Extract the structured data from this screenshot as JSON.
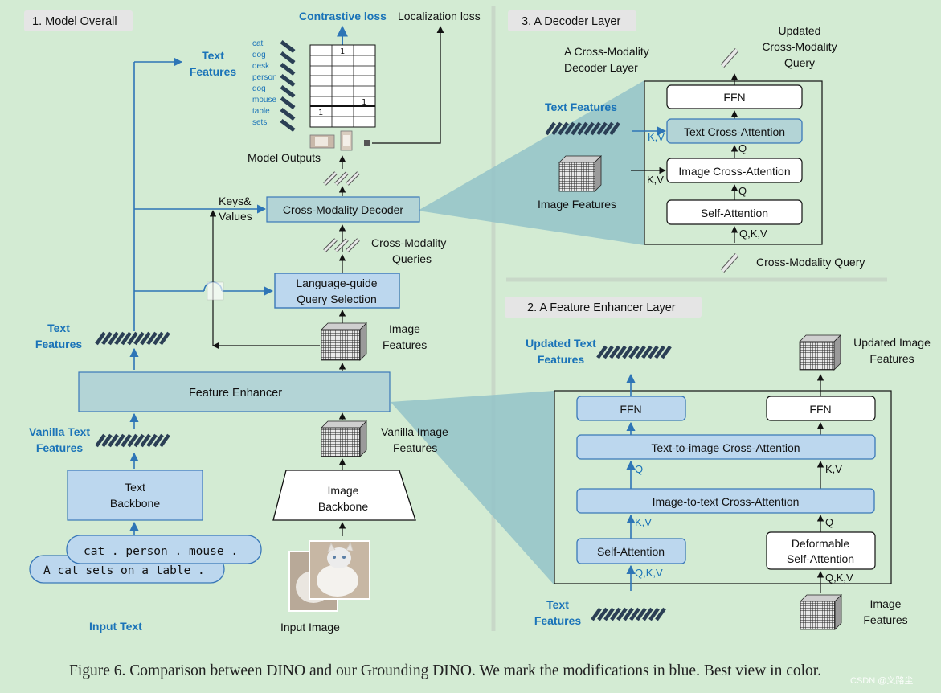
{
  "colors": {
    "background": "#d3ebd3",
    "blue_text": "#1a73b8",
    "box_fill": "#b3d4d6",
    "blue_box_fill": "#bcd7ee",
    "blue_box_stroke": "#3a78b8",
    "highlight_blue": "#2e75b6",
    "zoom_fill": "#93c3c8"
  },
  "sections": {
    "model_overall": "1. Model Overall",
    "decoder_layer": "3. A Decoder Layer",
    "enhancer_layer": "2. A Feature Enhancer Layer"
  },
  "overall": {
    "contrastive_loss": "Contrastive loss",
    "localization_loss": "Localization loss",
    "categories": [
      "cat",
      "dog",
      "desk",
      "person",
      "dog",
      "mouse",
      "table",
      "sets"
    ],
    "grid_marks": [
      "1",
      "1",
      "1"
    ],
    "model_outputs": "Model Outputs",
    "text_features_top": [
      "Text",
      "Features"
    ],
    "keys_values": [
      "Keys&",
      "Values"
    ],
    "decoder": "Cross-Modality Decoder",
    "cross_modality_queries": [
      "Cross-Modality",
      "Queries"
    ],
    "query_selection": [
      "Language-guide",
      "Query Selection"
    ],
    "image_features": [
      "Image",
      "Features"
    ],
    "text_features_mid": [
      "Text",
      "Features"
    ],
    "feature_enhancer": "Feature Enhancer",
    "vanilla_text_features": [
      "Vanilla Text",
      "Features"
    ],
    "vanilla_image_features": [
      "Vanilla Image",
      "Features"
    ],
    "text_backbone": [
      "Text",
      "Backbone"
    ],
    "image_backbone": [
      "Image",
      "Backbone"
    ],
    "prompt_1": "cat . person . mouse .",
    "prompt_2": "A cat sets on a table .",
    "input_text": "Input Text",
    "input_image": "Input Image"
  },
  "decoder_layer": {
    "title": [
      "A Cross-Modality",
      "Decoder Layer"
    ],
    "updated_query": [
      "Updated",
      "Cross-Modality",
      "Query"
    ],
    "text_features": "Text Features",
    "image_features": "Image Features",
    "ffn": "FFN",
    "text_cross_attention": "Text Cross-Attention",
    "image_cross_attention": "Image Cross-Attention",
    "self_attention": "Self-Attention",
    "kv_1": "K,V",
    "kv_2": "K,V",
    "q_1": "Q",
    "q_2": "Q",
    "qkv": "Q,K,V",
    "input_query": "Cross-Modality Query"
  },
  "enhancer_layer": {
    "updated_text_features": [
      "Updated Text",
      "Features"
    ],
    "updated_image_features": [
      "Updated Image",
      "Features"
    ],
    "ffn_left": "FFN",
    "ffn_right": "FFN",
    "text_to_image": "Text-to-image Cross-Attention",
    "image_to_text": "Image-to-text Cross-Attention",
    "self_attention": "Self-Attention",
    "deformable": [
      "Deformable",
      "Self-Attention"
    ],
    "q_left": "Q",
    "kv_right": "K,V",
    "kv_left": "K,V",
    "q_right": "Q",
    "qkv_left": "Q,K,V",
    "qkv_right": "Q,K,V",
    "text_features": [
      "Text",
      "Features"
    ],
    "image_features": [
      "Image",
      "Features"
    ]
  },
  "caption": "Figure 6. Comparison between DINO and our Grounding DINO. We mark the modifications in blue. Best view in color.",
  "watermark": "CSDN @义路尘"
}
